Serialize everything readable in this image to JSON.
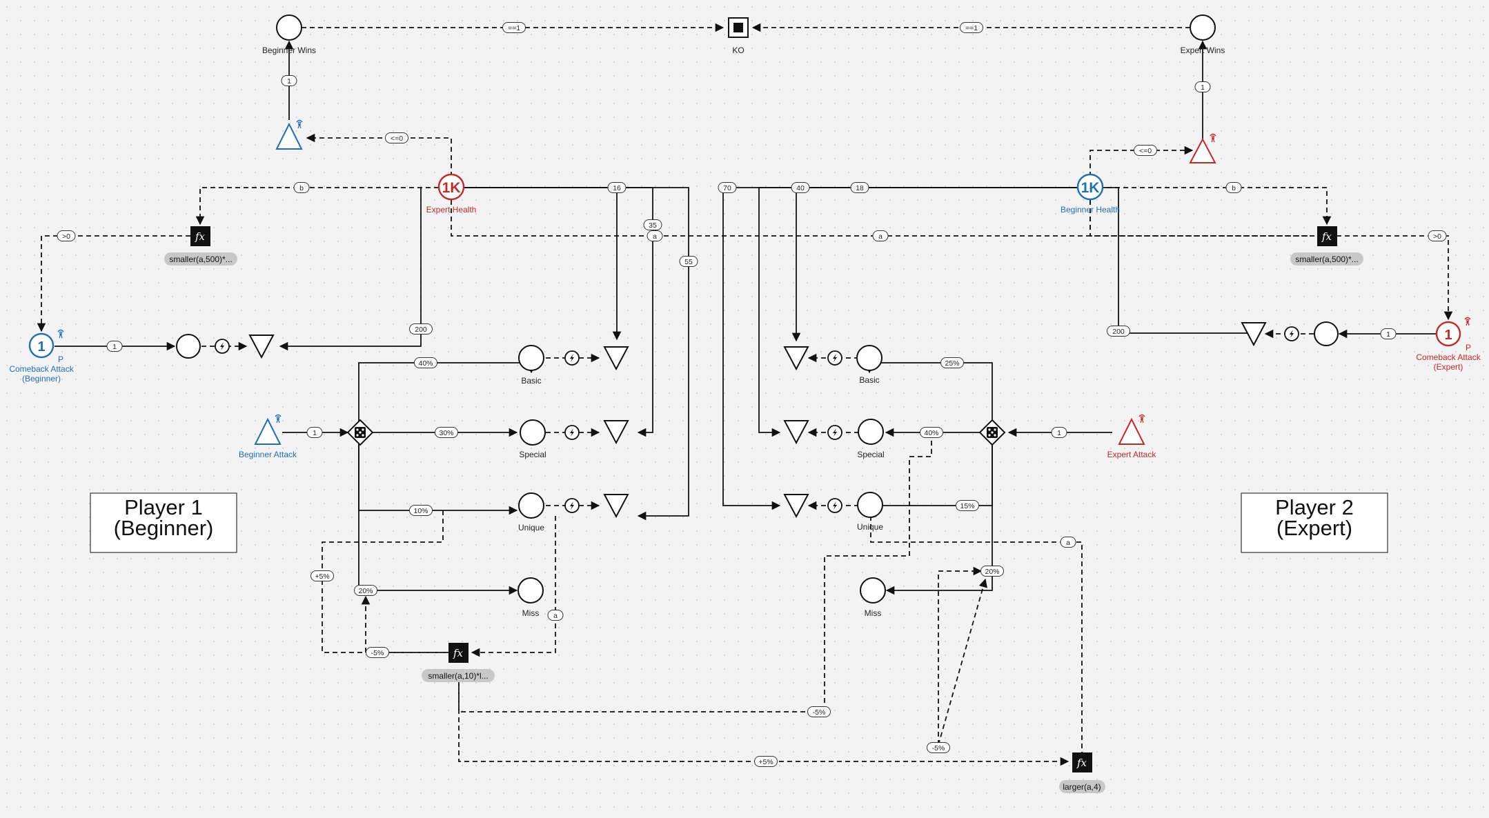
{
  "colors": {
    "blue": "#1e6fb8",
    "red": "#c62828",
    "ink": "#111111",
    "background": "#f3f3f3"
  },
  "titles": {
    "p1_line1": "Player 1",
    "p1_line2": "(Beginner)",
    "p2_line1": "Player 2",
    "p2_line2": "(Expert)"
  },
  "nodes": {
    "beginner_wins": "Beginner Wins",
    "expert_wins": "Expert Wins",
    "ko": "KO",
    "expert_health": "Expert Health",
    "expert_health_value": "1K",
    "beginner_health": "Beginner Health",
    "beginner_health_value": "1K",
    "comeback_beginner_value": "1",
    "comeback_beginner_flag": "P",
    "comeback_beginner_l1": "Comeback Attack",
    "comeback_beginner_l2": "(Beginner)",
    "comeback_expert_value": "1",
    "comeback_expert_flag": "P",
    "comeback_expert_l1": "Comeback Attack",
    "comeback_expert_l2": "(Expert)",
    "beginner_attack": "Beginner Attack",
    "expert_attack": "Expert Attack",
    "basic_l": "Basic",
    "special_l": "Special",
    "unique_l": "Unique",
    "miss_l": "Miss",
    "basic_r": "Basic",
    "special_r": "Special",
    "unique_r": "Unique",
    "miss_r": "Miss",
    "fx_symbol": "fx",
    "fx_left_top": "smaller(a,500)*...",
    "fx_right_top": "smaller(a,500)*...",
    "fx_left_bottom": "smaller(a,10)*l...",
    "fx_right_bottom": "larger(a,4)"
  },
  "icons": {
    "trigger": "wireless-trigger-icon",
    "converter": "lightning-converter-icon",
    "random_gate": "dice-gate-icon",
    "ending": "end-condition-square-icon",
    "formula": "function-fx-icon"
  },
  "edge_labels": {
    "bw_ko": "==1",
    "ew_ko": "==1",
    "bw_in": "1",
    "ew_in": "1",
    "lte0_left": "<=0",
    "lte0_right": "<=0",
    "b_left": "b",
    "b_right": "b",
    "a_mid": "a",
    "a_health": "a",
    "gt0_left": ">0",
    "gt0_right": ">0",
    "eh_16": "16",
    "eh_35": "35",
    "eh_55": "55",
    "eh_200": "200",
    "bh_70": "70",
    "bh_40": "40",
    "bh_18": "18",
    "bh_200": "200",
    "cb_left_1": "1",
    "cb_right_1": "1",
    "ba_1": "1",
    "ea_1": "1",
    "l_40": "40%",
    "l_30": "30%",
    "l_10": "10%",
    "l_20": "20%",
    "l_plus5": "+5%",
    "l_minus5": "-5%",
    "l_a": "a",
    "r_25": "25%",
    "r_40": "40%",
    "r_15": "15%",
    "r_20": "20%",
    "r_a": "a",
    "r_minus5a": "-5%",
    "r_minus5b": "-5%",
    "r_plus5": "+5%"
  }
}
